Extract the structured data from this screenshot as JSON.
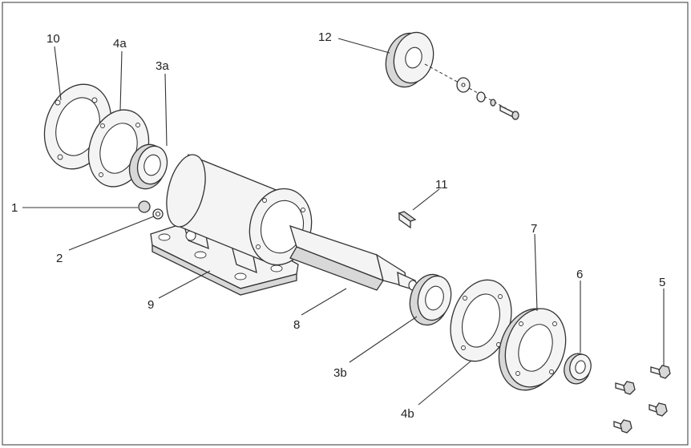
{
  "callouts": [
    {
      "id": "c10",
      "text": "10"
    },
    {
      "id": "c4a",
      "text": "4a"
    },
    {
      "id": "c3a",
      "text": "3a"
    },
    {
      "id": "c12",
      "text": "12"
    },
    {
      "id": "c11",
      "text": "11"
    },
    {
      "id": "c1",
      "text": "1"
    },
    {
      "id": "c2",
      "text": "2"
    },
    {
      "id": "c9",
      "text": "9"
    },
    {
      "id": "c8",
      "text": "8"
    },
    {
      "id": "c7",
      "text": "7"
    },
    {
      "id": "c6",
      "text": "6"
    },
    {
      "id": "c5",
      "text": "5"
    },
    {
      "id": "c3b",
      "text": "3b"
    },
    {
      "id": "c4b",
      "text": "4b"
    }
  ],
  "colors": {
    "line": "#333333",
    "fill": "#f4f4f4",
    "border": "#555555"
  }
}
